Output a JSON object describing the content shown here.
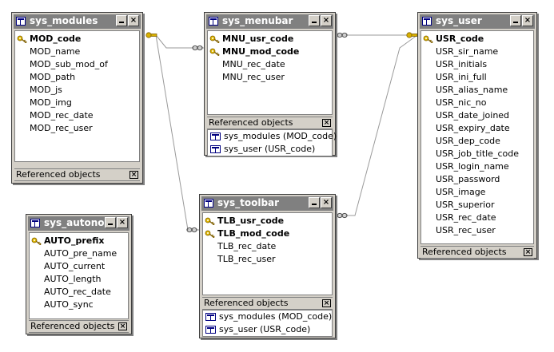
{
  "tables": [
    {
      "id": "sys_modules",
      "name": "sys_modules",
      "fields": [
        {
          "name": "MOD_code",
          "pk": true
        },
        {
          "name": "MOD_name",
          "pk": false
        },
        {
          "name": "MOD_sub_mod_of",
          "pk": false
        },
        {
          "name": "MOD_path",
          "pk": false
        },
        {
          "name": "MOD_js",
          "pk": false
        },
        {
          "name": "MOD_img",
          "pk": false
        },
        {
          "name": "MOD_rec_date",
          "pk": false
        },
        {
          "name": "MOD_rec_user",
          "pk": false
        }
      ],
      "referenced_objects_label": "Referenced objects",
      "referenced_objects": []
    },
    {
      "id": "sys_menubar",
      "name": "sys_menubar",
      "fields": [
        {
          "name": "MNU_usr_code",
          "pk": true
        },
        {
          "name": "MNU_mod_code",
          "pk": true
        },
        {
          "name": "MNU_rec_date",
          "pk": false
        },
        {
          "name": "MNU_rec_user",
          "pk": false
        }
      ],
      "referenced_objects_label": "Referenced objects",
      "referenced_objects": [
        "sys_modules (MOD_code)",
        "sys_user (USR_code)"
      ]
    },
    {
      "id": "sys_user",
      "name": "sys_user",
      "fields": [
        {
          "name": "USR_code",
          "pk": true
        },
        {
          "name": "USR_sir_name",
          "pk": false
        },
        {
          "name": "USR_initials",
          "pk": false
        },
        {
          "name": "USR_ini_full",
          "pk": false
        },
        {
          "name": "USR_alias_name",
          "pk": false
        },
        {
          "name": "USR_nic_no",
          "pk": false
        },
        {
          "name": "USR_date_joined",
          "pk": false
        },
        {
          "name": "USR_expiry_date",
          "pk": false
        },
        {
          "name": "USR_dep_code",
          "pk": false
        },
        {
          "name": "USR_job_title_code",
          "pk": false
        },
        {
          "name": "USR_login_name",
          "pk": false
        },
        {
          "name": "USR_password",
          "pk": false
        },
        {
          "name": "USR_image",
          "pk": false
        },
        {
          "name": "USR_superior",
          "pk": false
        },
        {
          "name": "USR_rec_date",
          "pk": false
        },
        {
          "name": "USR_rec_user",
          "pk": false
        }
      ],
      "referenced_objects_label": "Referenced objects",
      "referenced_objects": []
    },
    {
      "id": "sys_autono",
      "name": "sys_autono",
      "fields": [
        {
          "name": "AUTO_prefix",
          "pk": true
        },
        {
          "name": "AUTO_pre_name",
          "pk": false
        },
        {
          "name": "AUTO_current",
          "pk": false
        },
        {
          "name": "AUTO_length",
          "pk": false
        },
        {
          "name": "AUTO_rec_date",
          "pk": false
        },
        {
          "name": "AUTO_sync",
          "pk": false
        }
      ],
      "referenced_objects_label": "Referenced objects",
      "referenced_objects": []
    },
    {
      "id": "sys_toolbar",
      "name": "sys_toolbar",
      "fields": [
        {
          "name": "TLB_usr_code",
          "pk": true
        },
        {
          "name": "TLB_mod_code",
          "pk": true
        },
        {
          "name": "TLB_rec_date",
          "pk": false
        },
        {
          "name": "TLB_rec_user",
          "pk": false
        }
      ],
      "referenced_objects_label": "Referenced objects",
      "referenced_objects": [
        "sys_modules (MOD_code)",
        "sys_user (USR_code)"
      ]
    }
  ],
  "window_buttons": {
    "minimize_label": "",
    "close_label": "×"
  },
  "ref_close_label": "×",
  "icons": {
    "table": "table-icon",
    "primary_key": "key-icon",
    "reference": "reference-table-icon",
    "one_end": "key-endpoint-icon",
    "many_end": "infinity-endpoint-icon"
  },
  "colors": {
    "title_bar_inactive": "#808080",
    "window_face": "#d4d0c8",
    "key": "#c8a000",
    "relationship_line": "#9a9a9a"
  }
}
